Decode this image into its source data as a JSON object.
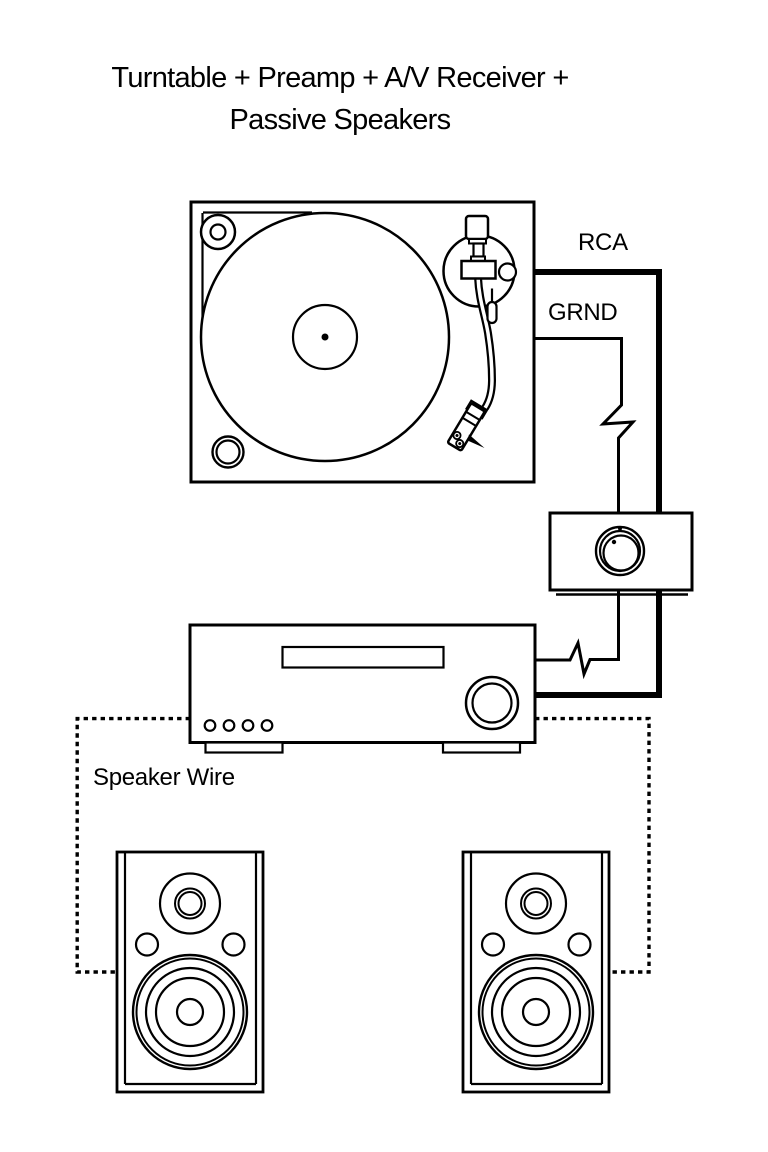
{
  "title": {
    "line1": "Turntable + Preamp + A/V Receiver +",
    "line2": "Passive Speakers"
  },
  "labels": {
    "rca": "RCA",
    "ground": "GRND",
    "speaker_wire": "Speaker Wire"
  },
  "style": {
    "background": "#ffffff",
    "ink": "#000000"
  },
  "components": [
    "turntable",
    "phono-preamp",
    "av-receiver",
    "passive-speaker-left",
    "passive-speaker-right"
  ]
}
